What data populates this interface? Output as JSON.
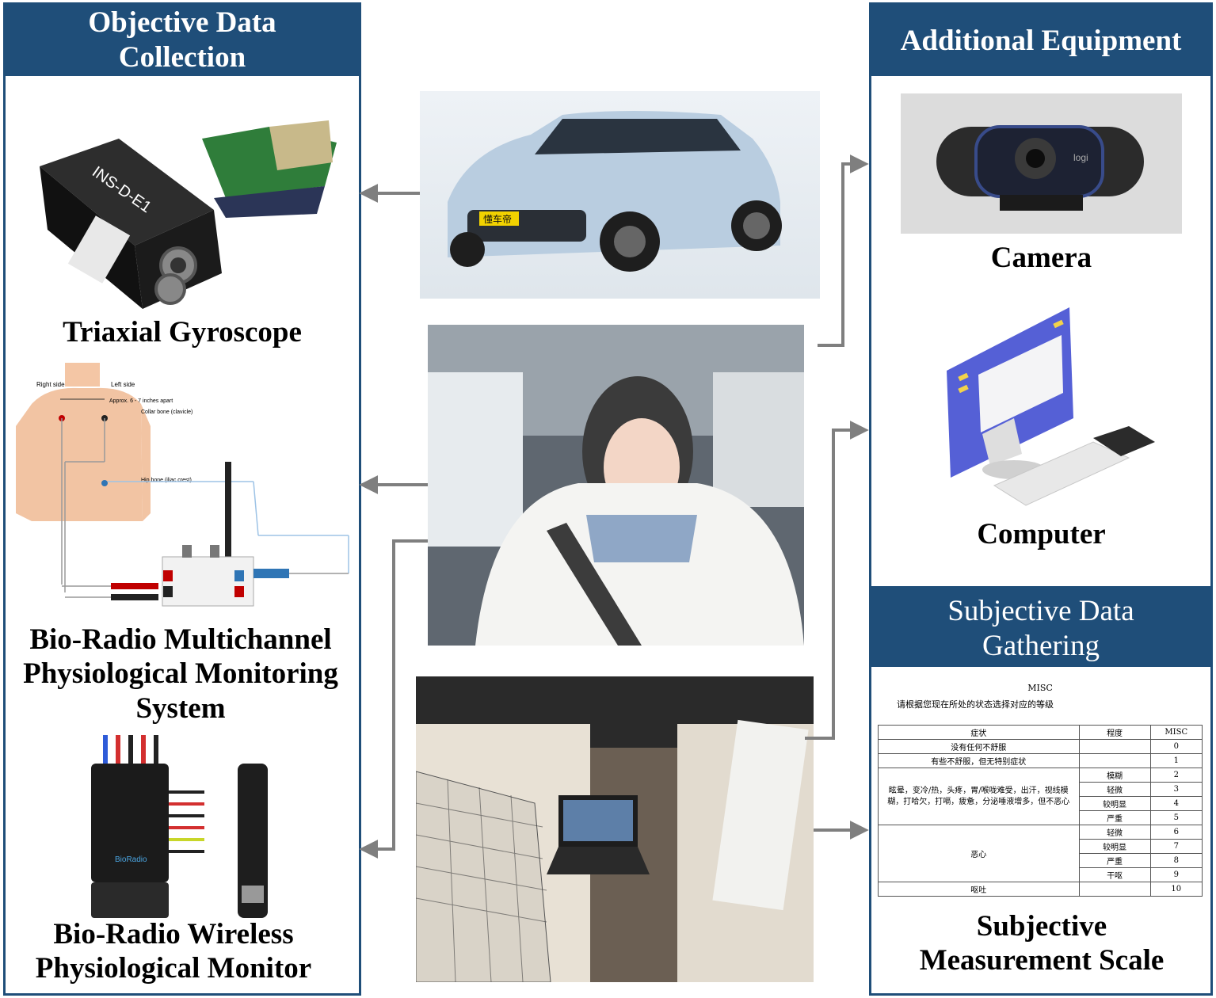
{
  "panels": {
    "objective": {
      "title": "Objective Data Collection",
      "items": [
        {
          "label": "Triaxial Gyroscope",
          "device_text": "INS-D-E1"
        },
        {
          "label": "Bio-Radio Multichannel Physiological Monitoring System",
          "diagram_labels": [
            "Right side",
            "Left side",
            "Approx. 6 - 7 inches apart",
            "Collar bone (clavicle)",
            "Hip bone (iliac crest)"
          ]
        },
        {
          "label": "Bio-Radio Wireless Physiological Monitor",
          "device_text": "BioRadio"
        }
      ]
    },
    "additional": {
      "title": "Additional Equipment",
      "items": [
        {
          "label": "Camera",
          "brand_text": "logi"
        },
        {
          "label": "Computer"
        }
      ]
    },
    "subjective": {
      "title": "Subjective Data Gathering",
      "label": "Subjective Measurement Scale",
      "scale": {
        "title": "MISC",
        "instruction": "请根据您现在所处的状态选择对应的等级",
        "headers": [
          "症状",
          "程度",
          "MISC"
        ],
        "rows": [
          {
            "symptom": "没有任何不舒服",
            "degree": "",
            "misc": "0"
          },
          {
            "symptom": "有些不舒服，但无特别症状",
            "degree": "",
            "misc": "1"
          },
          {
            "symptom": "眩晕，变冷/热，头疼，胃/喉咙难受，出汗，视线模糊，打哈欠，打嗝，疲惫，分泌唾液增多，但不恶心",
            "degree": "模糊",
            "misc": "2"
          },
          {
            "symptom": "",
            "degree": "轻微",
            "misc": "3"
          },
          {
            "symptom": "",
            "degree": "较明显",
            "misc": "4"
          },
          {
            "symptom": "",
            "degree": "严重",
            "misc": "5"
          },
          {
            "symptom": "恶心",
            "degree": "轻微",
            "misc": "6"
          },
          {
            "symptom": "",
            "degree": "较明显",
            "misc": "7"
          },
          {
            "symptom": "",
            "degree": "严重",
            "misc": "8"
          },
          {
            "symptom": "",
            "degree": "干呕",
            "misc": "9"
          },
          {
            "symptom": "呕吐",
            "degree": "",
            "misc": "10"
          }
        ]
      }
    }
  },
  "photos": {
    "car": {
      "badge_text": "懂车帝"
    },
    "driver": {},
    "cabin": {}
  },
  "colors": {
    "panel_blue": "#1f4e79",
    "arrow_gray": "#7f7f7f"
  }
}
